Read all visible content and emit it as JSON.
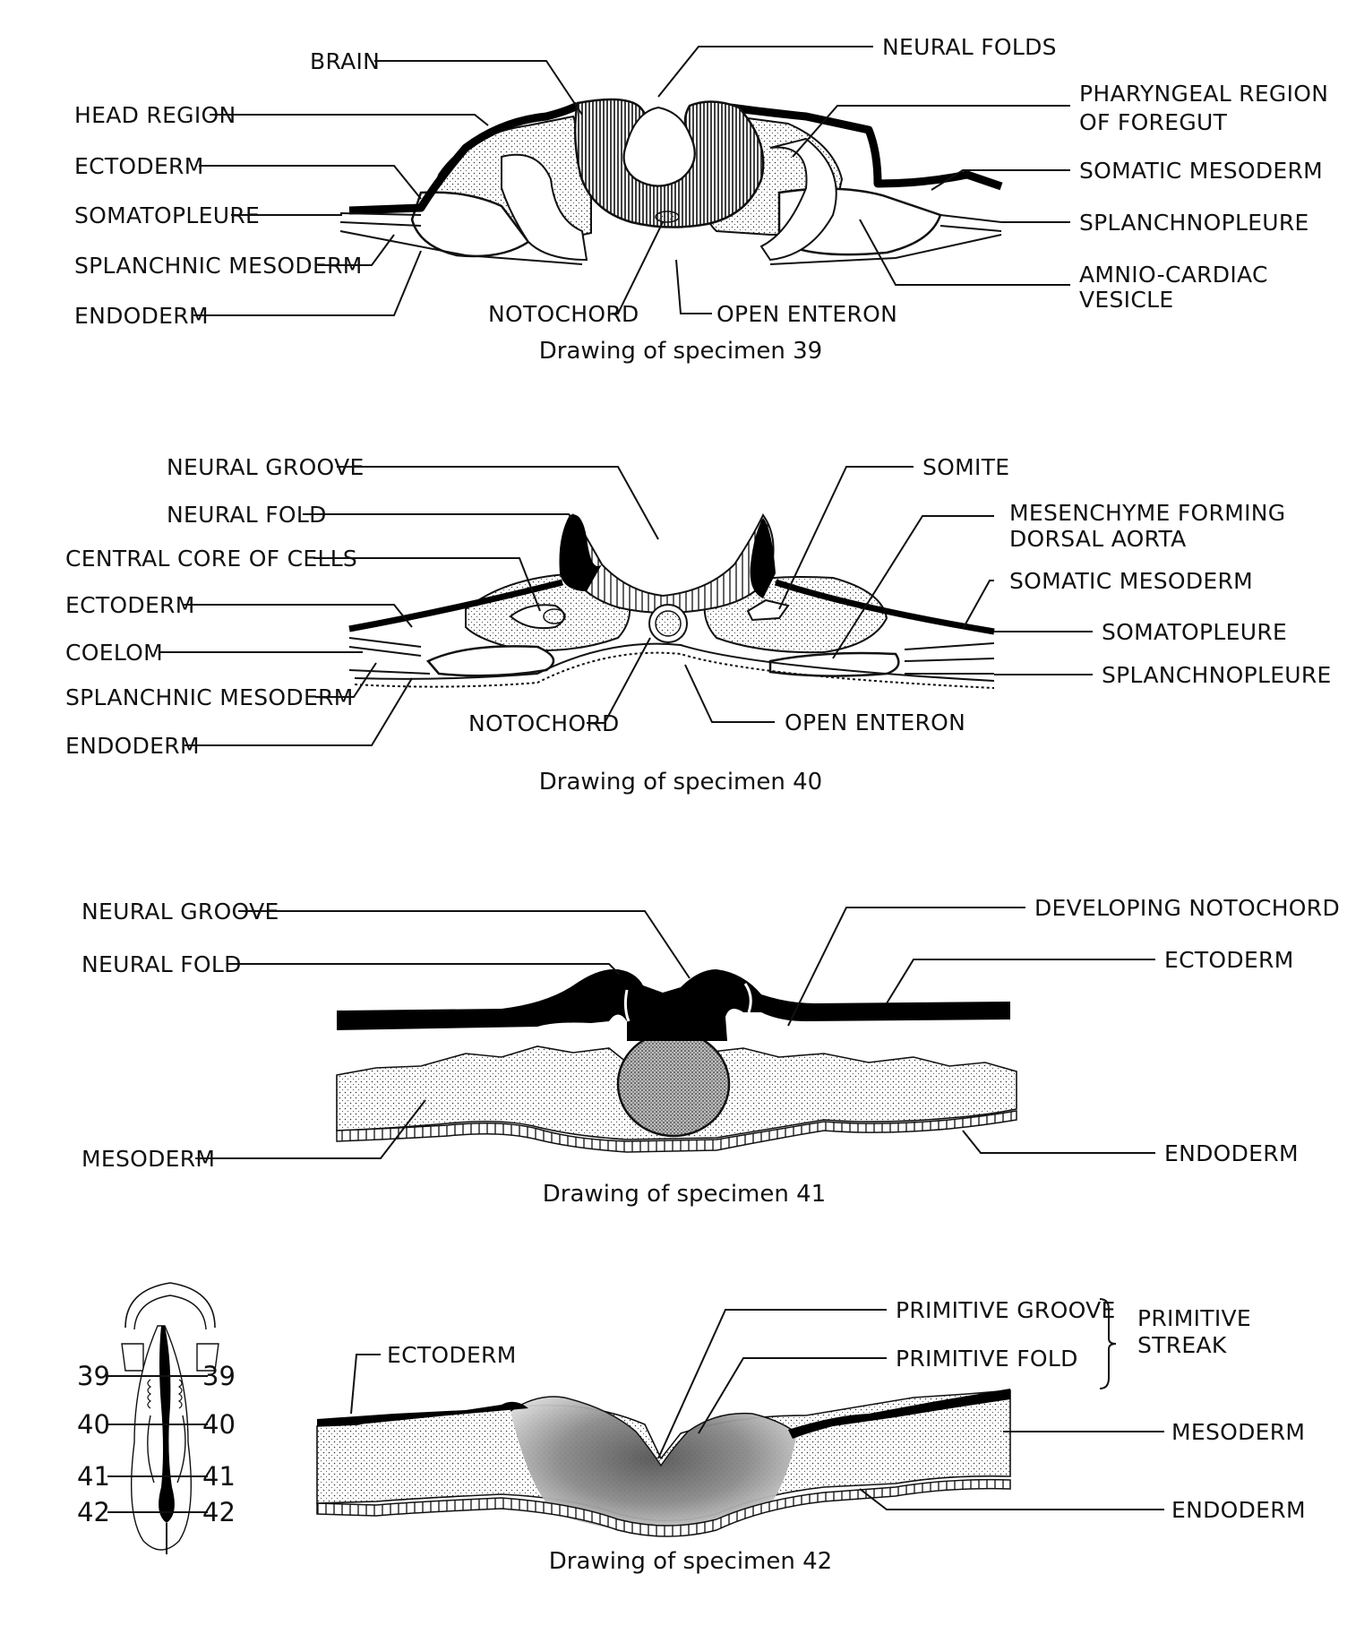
{
  "diagrams": [
    {
      "caption": "Drawing of specimen 39",
      "labels": {
        "brain": "BRAIN",
        "head_region": "HEAD REGION",
        "ectoderm": "ECTODERM",
        "somatopleure": "SOMATOPLEURE",
        "splanchnic_mesoderm": "SPLANCHNIC MESODERM",
        "endoderm": "ENDODERM",
        "notochord": "NOTOCHORD",
        "open_enteron": "OPEN ENTERON",
        "neural_folds": "NEURAL FOLDS",
        "pharyngeal_1": "PHARYNGEAL REGION",
        "pharyngeal_2": "OF FOREGUT",
        "somatic_mesoderm": "SOMATIC MESODERM",
        "splanchnopleure": "SPLANCHNOPLEURE",
        "amnio_1": "AMNIO-CARDIAC",
        "amnio_2": "VESICLE"
      }
    },
    {
      "caption": "Drawing of specimen 40",
      "labels": {
        "neural_groove": "NEURAL GROOVE",
        "neural_fold": "NEURAL FOLD",
        "central_core": "CENTRAL CORE OF CELLS",
        "ectoderm": "ECTODERM",
        "coelom": "COELOM",
        "splanchnic_mesoderm": "SPLANCHNIC MESODERM",
        "endoderm": "ENDODERM",
        "notochord": "NOTOCHORD",
        "open_enteron": "OPEN ENTERON",
        "somite": "SOMITE",
        "mesenchyme_1": "MESENCHYME FORMING",
        "mesenchyme_2": "DORSAL AORTA",
        "somatic_mesoderm": "SOMATIC MESODERM",
        "somatopleure": "SOMATOPLEURE",
        "splanchnopleure": "SPLANCHNOPLEURE"
      }
    },
    {
      "caption": "Drawing of specimen 41",
      "labels": {
        "neural_groove": "NEURAL GROOVE",
        "neural_fold": "NEURAL FOLD",
        "mesoderm": "MESODERM",
        "developing_notochord": "DEVELOPING NOTOCHORD",
        "ectoderm": "ECTODERM",
        "endoderm": "ENDODERM"
      }
    },
    {
      "caption": "Drawing of specimen 42",
      "labels": {
        "ectoderm": "ECTODERM",
        "primitive_groove": "PRIMITIVE GROOVE",
        "primitive_fold": "PRIMITIVE FOLD",
        "streak_1": "PRIMITIVE",
        "streak_2": "STREAK",
        "mesoderm": "MESODERM",
        "endoderm": "ENDODERM"
      }
    }
  ],
  "key_figure": {
    "levels": [
      "39",
      "40",
      "41",
      "42"
    ]
  }
}
